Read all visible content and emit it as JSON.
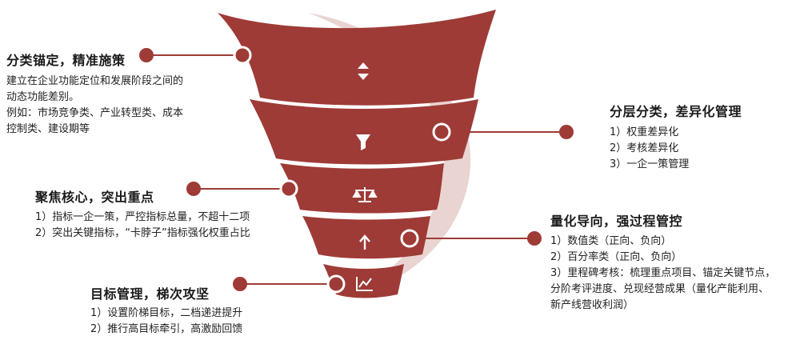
{
  "colors": {
    "accent": "#9e3b36",
    "ribbon": "#e9d4d2",
    "text": "#1a1a1a"
  },
  "levels": [
    {
      "icon": "sort-arrows-icon"
    },
    {
      "icon": "filter-icon"
    },
    {
      "icon": "balance-scale-icon"
    },
    {
      "icon": "arrow-up-icon"
    },
    {
      "icon": "line-chart-icon"
    }
  ],
  "blocks": {
    "classify": {
      "title": "分类锚定，精准施策",
      "lines": [
        "建立在企业功能定位和发展阶段之间的",
        "动态功能差别。",
        "例如：市场竞争类、产业转型类、成本",
        "控制类、建设期等"
      ]
    },
    "layered": {
      "title": "分层分类，差异化管理",
      "lines": [
        "1）权重差异化",
        "2）考核差异化",
        "3）一企一策管理"
      ]
    },
    "focus": {
      "title": "聚焦核心，突出重点",
      "lines": [
        "1）指标一企一策，严控指标总量，不超十二项",
        "2）突出关键指标，“卡脖子”指标强化权重占比"
      ]
    },
    "quantify": {
      "title": "量化导向，强过程管控",
      "lines": [
        "1）数值类（正向、负向）",
        "2）百分率类（正向、负向）",
        "3）里程碑考核：梳理重点项目、锚定关键节点，",
        "分阶考评进度、兑现经营成果（量化产能利用、",
        "新产线营收利润）"
      ]
    },
    "target": {
      "title": "目标管理，梯次攻坚",
      "lines": [
        "1）设置阶梯目标，二档递进提升",
        "2）推行高目标牵引，高激励回馈"
      ]
    }
  }
}
